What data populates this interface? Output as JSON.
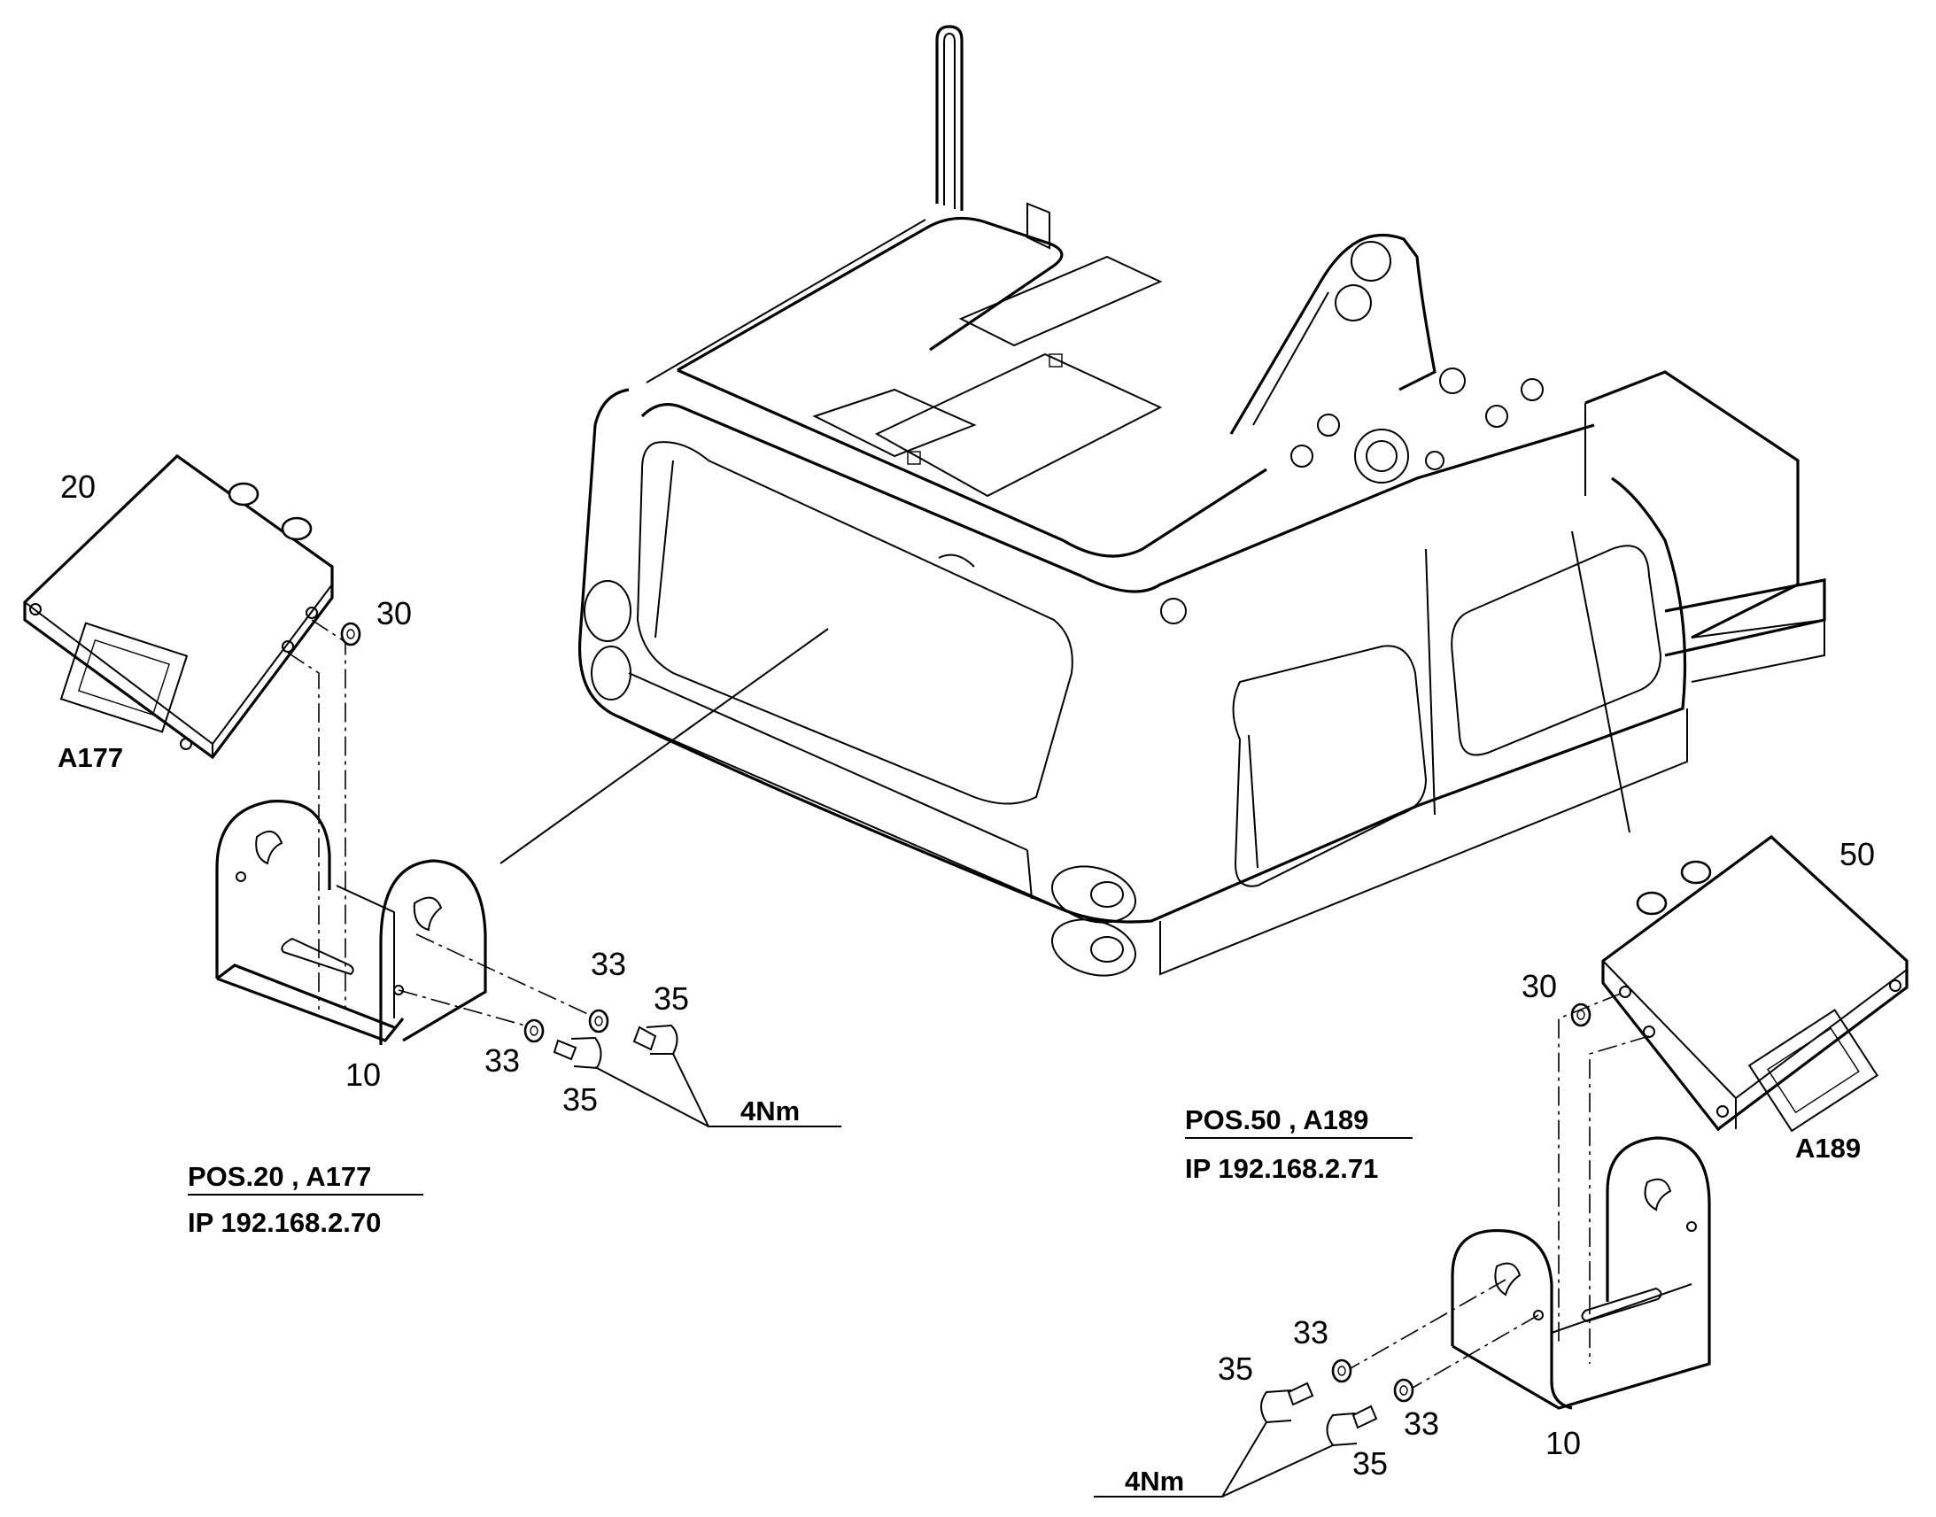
{
  "labels": {
    "pos_20": "20",
    "pos_30_left": "30",
    "a177": "A177",
    "pos_10_left": "10",
    "pos_33_left_upper": "33",
    "pos_35_left_upper": "35",
    "pos_33_left_lower": "33",
    "pos_35_left_lower": "35",
    "torque_left": "4Nm",
    "pos_50": "50",
    "pos_30_right": "30",
    "a189": "A189",
    "pos_33_right_upper": "33",
    "pos_35_right_upper": "35",
    "pos_33_right_lower": "33",
    "pos_35_right_lower": "35",
    "pos_10_right": "10",
    "torque_right": "4Nm"
  },
  "info_left": {
    "line1": "POS.20 , A177",
    "line2": "IP 192.168.2.70"
  },
  "info_right": {
    "line1": "POS.50 , A189",
    "line2": "IP 192.168.2.71"
  }
}
